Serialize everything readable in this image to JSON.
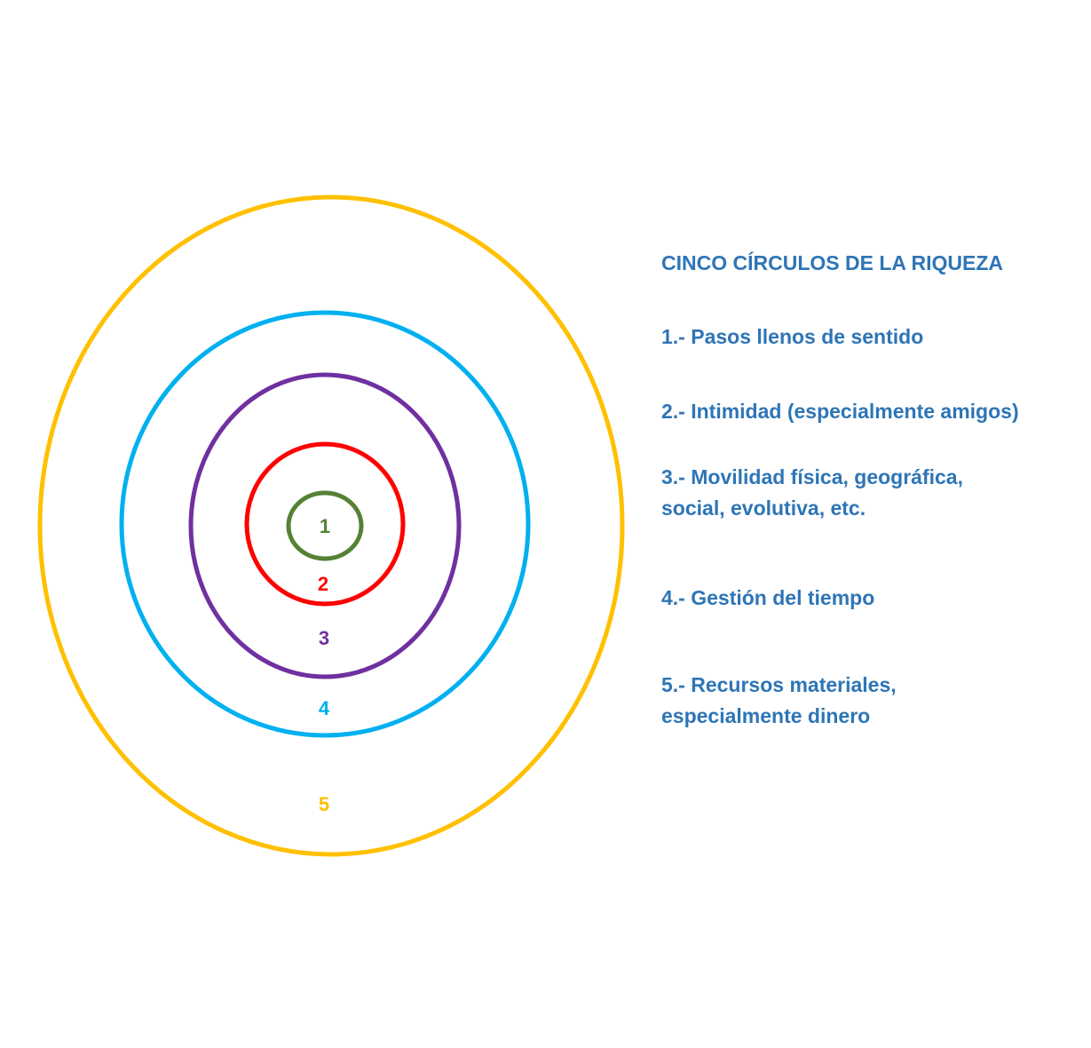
{
  "title": "CINCO CÍRCULOS DE LA RIQUEZA",
  "rings": [
    {
      "number": "1",
      "color": "#548235"
    },
    {
      "number": "2",
      "color": "#ff0000"
    },
    {
      "number": "3",
      "color": "#7030a0"
    },
    {
      "number": "4",
      "color": "#00b0f0"
    },
    {
      "number": "5",
      "color": "#ffc000"
    }
  ],
  "items": [
    "1.- Pasos llenos de sentido",
    "2.- Intimidad (especialmente amigos)",
    "3.- Movilidad física, geográfica, social, evolutiva, etc.",
    "4.- Gestión del tiempo",
    "5.- Recursos materiales, especialmente dinero"
  ],
  "text_color": "#2e75b6"
}
